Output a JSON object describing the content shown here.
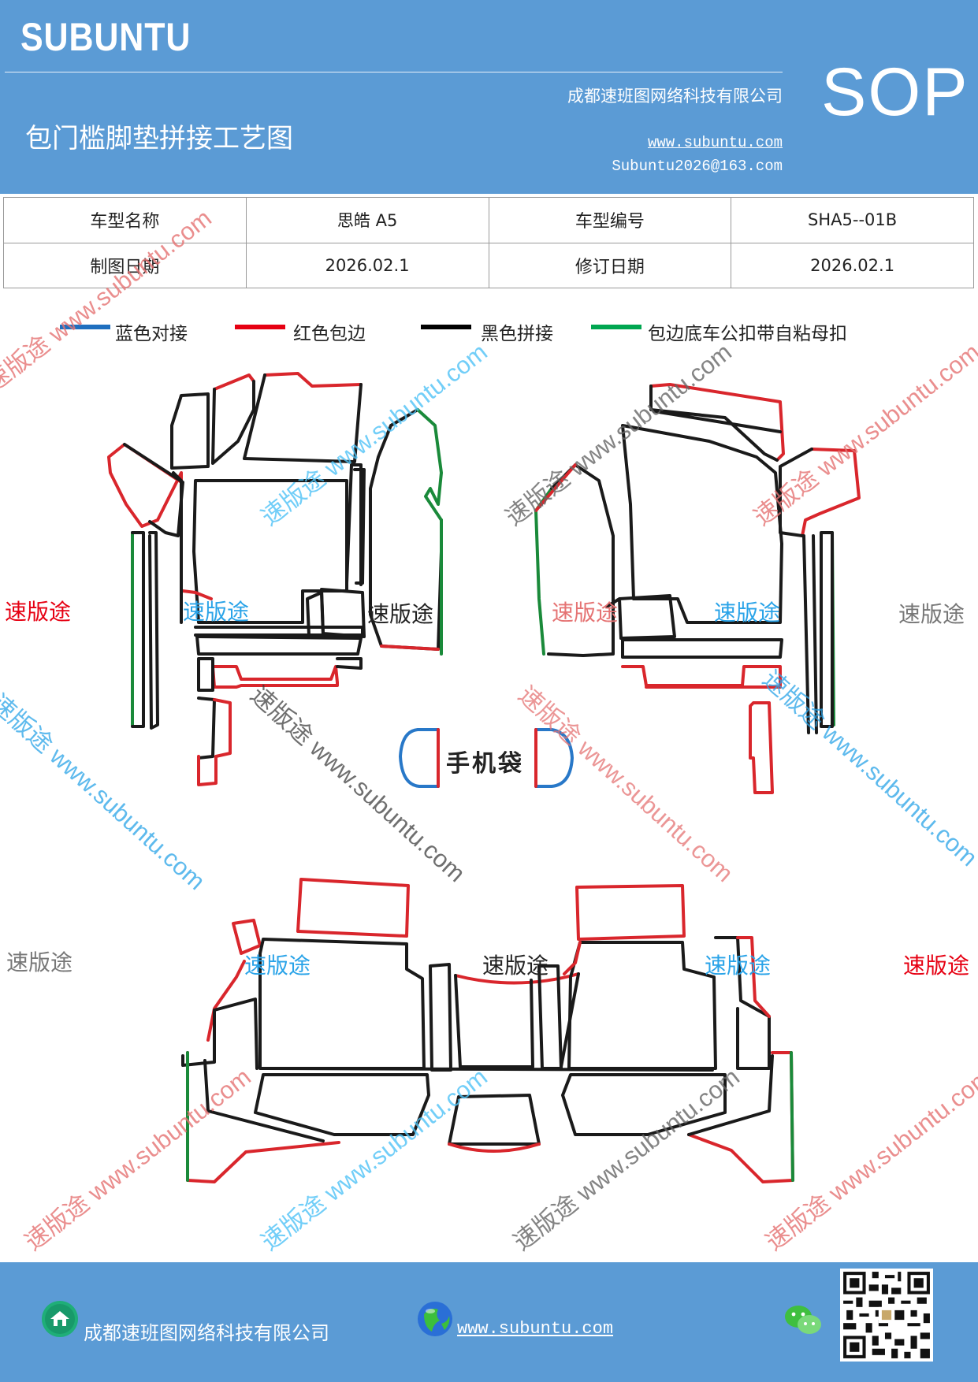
{
  "header": {
    "brand": "SUBUNTU",
    "company": "成都速班图网络科技有限公司",
    "title": "包门槛脚垫拼接工艺图",
    "website": "www.subuntu.com",
    "email": "Subuntu2026@163.com",
    "sop": "SOP"
  },
  "info_table": {
    "model_name_label": "车型名称",
    "model_name": "思皓 A5",
    "model_code_label": "车型编号",
    "model_code": "SHA5--01B",
    "draw_date_label": "制图日期",
    "draw_date": "2026.02.1",
    "revise_date_label": "修订日期",
    "revise_date": "2026.02.1"
  },
  "legend": [
    {
      "label": "蓝色对接",
      "color": "#1f6fbf"
    },
    {
      "label": "红色包边",
      "color": "#e60012"
    },
    {
      "label": "黑色拼接",
      "color": "#000000"
    },
    {
      "label": "包边底车公扣带自粘母扣",
      "color": "#00a650"
    }
  ],
  "colors": {
    "blue": "#2878c8",
    "red": "#d9262c",
    "black": "#1a1a1a",
    "green": "#1a8a3a",
    "header_bg": "#5b9bd5"
  },
  "phone_pocket_label": "手机袋",
  "watermarks": {
    "brand_cn": "速版途",
    "url": "www.subuntu.com",
    "combo": "速版途 www.subuntu.com"
  },
  "footer": {
    "company": "成都速班图网络科技有限公司",
    "website": "www.subuntu.com",
    "icons": [
      "home-icon",
      "globe-icon",
      "wechat-icon",
      "qr-code"
    ]
  }
}
